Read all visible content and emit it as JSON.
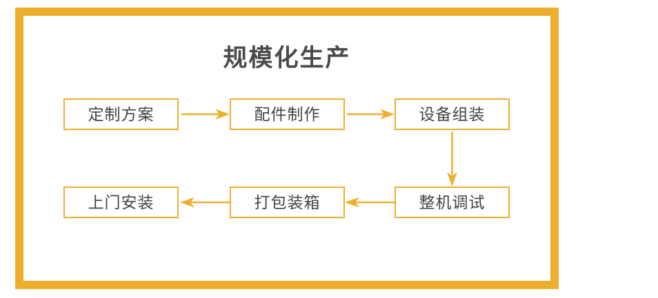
{
  "panel": {
    "border_color": "#eeae2d",
    "background_color": "#ffffff"
  },
  "title": "规模化生产",
  "diagram": {
    "type": "flowchart",
    "accent_color": "#eeae2d",
    "text_color": "#434343",
    "nodes": [
      {
        "id": "n1",
        "label": "定制方案",
        "row": "top",
        "col": 1
      },
      {
        "id": "n2",
        "label": "配件制作",
        "row": "top",
        "col": 2
      },
      {
        "id": "n3",
        "label": "设备组装",
        "row": "top",
        "col": 3
      },
      {
        "id": "n4",
        "label": "整机调试",
        "row": "bottom",
        "col": 3
      },
      {
        "id": "n5",
        "label": "打包装箱",
        "row": "bottom",
        "col": 2
      },
      {
        "id": "n6",
        "label": "上门安装",
        "row": "bottom",
        "col": 1
      }
    ],
    "edges": [
      {
        "from": "n1",
        "to": "n2",
        "direction": "right"
      },
      {
        "from": "n2",
        "to": "n3",
        "direction": "right"
      },
      {
        "from": "n3",
        "to": "n4",
        "direction": "down"
      },
      {
        "from": "n4",
        "to": "n5",
        "direction": "left"
      },
      {
        "from": "n5",
        "to": "n6",
        "direction": "left"
      }
    ]
  }
}
